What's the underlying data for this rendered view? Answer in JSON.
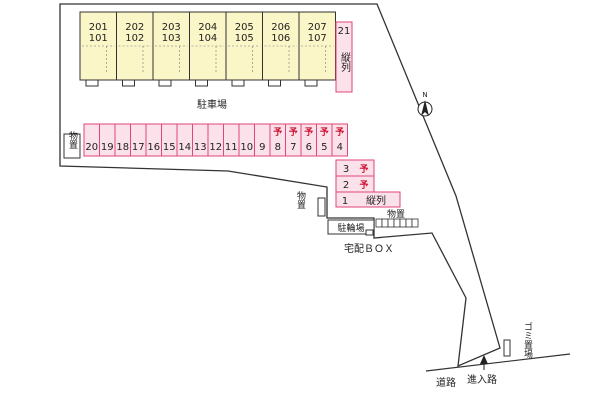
{
  "buildings": [
    {
      "upper": "201",
      "lower": "101"
    },
    {
      "upper": "202",
      "lower": "102"
    },
    {
      "upper": "203",
      "lower": "103"
    },
    {
      "upper": "204",
      "lower": "104"
    },
    {
      "upper": "205",
      "lower": "105"
    },
    {
      "upper": "206",
      "lower": "106"
    },
    {
      "upper": "207",
      "lower": "107"
    }
  ],
  "parking_top": {
    "number": "21",
    "note": "縦列"
  },
  "parking_lot_label": "駐車場",
  "parking_row": [
    "20",
    "19",
    "18",
    "17",
    "16",
    "15",
    "14",
    "13",
    "12",
    "11",
    "10",
    "9",
    "8",
    "7",
    "6",
    "5",
    "4"
  ],
  "reserved_mark": "予",
  "reserved_spots": [
    "8",
    "7",
    "6",
    "5",
    "4",
    "3",
    "2"
  ],
  "parking_stack": [
    "3",
    "2"
  ],
  "parking_one": {
    "number": "1",
    "note": "縦列"
  },
  "labels": {
    "storage_left": "物置",
    "storage_mid": "物置",
    "storage_right": "物置",
    "bicycle": "駐輪場",
    "delivery_box": "宅配ＢＯＸ",
    "garbage": "ゴミ置場",
    "road": "道路",
    "entrance": "進入路",
    "north": "N"
  },
  "colors": {
    "building_fill": "#fbf6c8",
    "parking_fill": "#fbe1ea",
    "parking_stroke": "#e0457a",
    "reserved": "#d01030",
    "lot_stroke": "#333333"
  }
}
